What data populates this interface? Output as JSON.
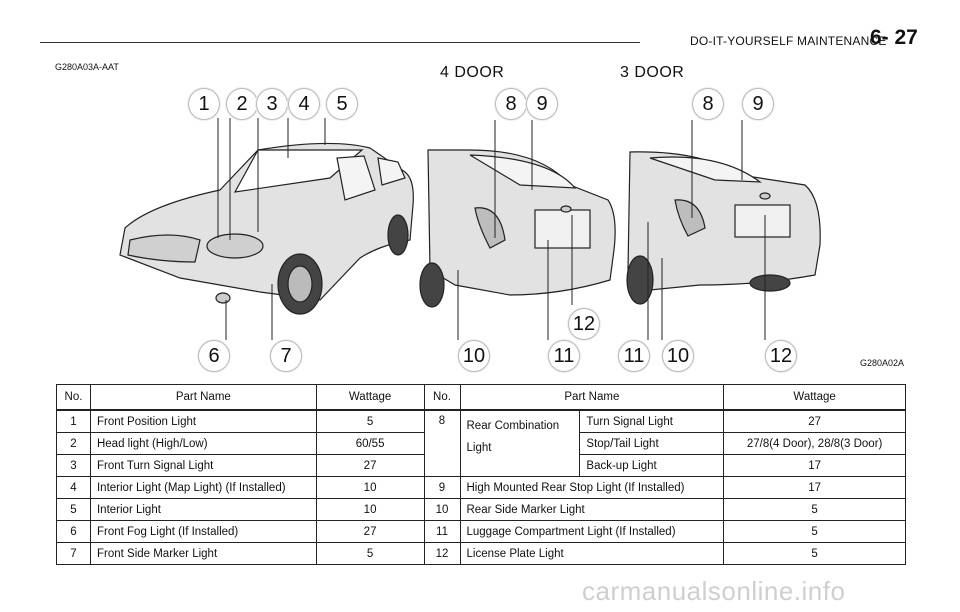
{
  "header": {
    "title": "DO-IT-YOURSELF MAINTENANCE",
    "page": "6- 27"
  },
  "figure": {
    "code_left": "G280A03A-AAT",
    "code_right": "G280A02A",
    "door4_label": "4 DOOR",
    "door3_label": "3 DOOR",
    "callouts": {
      "front": [
        "1",
        "2",
        "3",
        "4",
        "5",
        "6",
        "7"
      ],
      "rear4": [
        "8",
        "9",
        "10",
        "11",
        "12"
      ],
      "rear3": [
        "8",
        "9",
        "11",
        "10",
        "12"
      ]
    }
  },
  "table": {
    "headers": {
      "no": "No.",
      "part_name": "Part Name",
      "wattage": "Wattage"
    },
    "left_rows": [
      {
        "no": "1",
        "part": "Front Position Light",
        "watt": "5"
      },
      {
        "no": "2",
        "part": "Head light (High/Low)",
        "watt": "60/55"
      },
      {
        "no": "3",
        "part": "Front Turn Signal Light",
        "watt": "27"
      },
      {
        "no": "4",
        "part": "Interior Light (Map Light) (If Installed)",
        "watt": "10"
      },
      {
        "no": "5",
        "part": "Interior Light",
        "watt": "10"
      },
      {
        "no": "6",
        "part": "Front Fog Light (If Installed)",
        "watt": "27"
      },
      {
        "no": "7",
        "part": "Front Side Marker Light",
        "watt": "5"
      }
    ],
    "rear_combination": {
      "no": "8",
      "part_line1": "Rear Combination",
      "part_line2": "Light",
      "subs": [
        {
          "name": "Turn Signal Light",
          "watt": "27"
        },
        {
          "name": "Stop/Tail Light",
          "watt": "27/8(4 Door), 28/8(3 Door)"
        },
        {
          "name": "Back-up Light",
          "watt": "17"
        }
      ]
    },
    "right_rows": [
      {
        "no": "9",
        "part": "High Mounted Rear Stop Light (If Installed)",
        "watt": "17"
      },
      {
        "no": "10",
        "part": "Rear Side Marker Light",
        "watt": "5"
      },
      {
        "no": "11",
        "part": "Luggage Compartment Light (If Installed)",
        "watt": "5"
      },
      {
        "no": "12",
        "part": "License Plate Light",
        "watt": "5"
      }
    ]
  },
  "watermark": "carmanualsonline.info"
}
